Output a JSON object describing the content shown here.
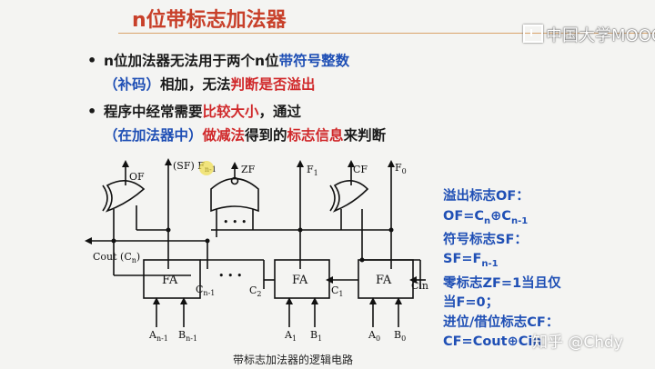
{
  "slide": {
    "title": "n位带标志加法器",
    "logo": "中国大学MOOC"
  },
  "bullets": [
    {
      "parts": [
        {
          "text": "n位加法器无法用于两个n位",
          "color": "black"
        },
        {
          "text": "带符号整数",
          "color": "blue"
        },
        {
          "text": "（补码）",
          "color": "blue"
        },
        {
          "text": "相加，无法",
          "color": "black"
        },
        {
          "text": "判断是否溢出",
          "color": "red"
        }
      ]
    },
    {
      "parts": [
        {
          "text": "程序中经常需要",
          "color": "black"
        },
        {
          "text": "比较大小",
          "color": "red"
        },
        {
          "text": "，通过",
          "color": "black"
        },
        {
          "text": "（在加法器中）",
          "color": "blue"
        },
        {
          "text": "做减法",
          "color": "red"
        },
        {
          "text": "得到的",
          "color": "black"
        },
        {
          "text": "标志信息",
          "color": "red"
        },
        {
          "text": "来判断",
          "color": "black"
        }
      ]
    }
  ],
  "notes": [
    "溢出标志OF：",
    "OF=C",
    "符号标志SF：",
    "SF=F",
    "零标志ZF=1当且仅",
    "当F=0；",
    "进位/借位标志CF：",
    "CF=Cout⊕Cin"
  ],
  "notes_parts": {
    "of_formula_a": "OF=C",
    "of_sub_n": "n",
    "of_xor": "⊕C",
    "of_sub_n1": "n-1",
    "sf_formula": "SF=F",
    "sf_sub": "n-1"
  },
  "diagram": {
    "labels": {
      "of": "OF",
      "sf": "(SF) F",
      "sf_sub": "n-1",
      "zf": "ZF",
      "f1": "F",
      "f1_sub": "1",
      "cf": "CF",
      "f0": "F",
      "f0_sub": "0",
      "cout": "Cout (C",
      "cout_sub": "n",
      "cout_end": ")",
      "fa": "FA",
      "cn1": "C",
      "cn1_sub": "n-1",
      "c2": "C",
      "c2_sub": "2",
      "c1": "C",
      "c1_sub": "1",
      "cin": "Cin",
      "an1": "A",
      "an1_sub": "n-1",
      "bn1": "B",
      "bn1_sub": "n-1",
      "a1": "A",
      "a1_sub": "1",
      "b1": "B",
      "b1_sub": "1",
      "a0": "A",
      "a0_sub": "0",
      "b0": "B",
      "b0_sub": "0",
      "dots": "• • •"
    }
  },
  "caption": "带标志加法器的逻辑电路",
  "watermark": "知乎 @Chdy"
}
